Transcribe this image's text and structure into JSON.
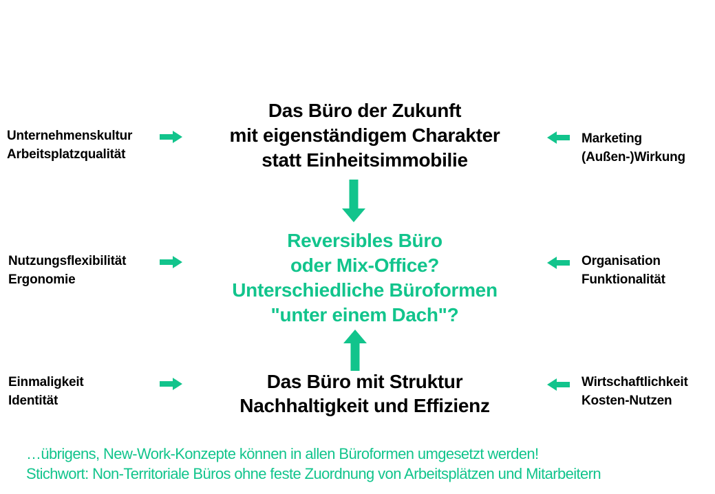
{
  "colors": {
    "accent_green": "#12c48c",
    "text_black": "#000000",
    "background": "#ffffff"
  },
  "diagram": {
    "top": {
      "title_lines": [
        "Das Büro der Zukunft",
        "mit eigenständigem Charakter",
        "statt Einheitsimmobilie"
      ],
      "left_label_lines": [
        "Unternehmenskultur",
        "Arbeitsplatzqualität"
      ],
      "right_label_lines": [
        "Marketing",
        "(Außen-)Wirkung"
      ]
    },
    "middle": {
      "title_lines": [
        "Reversibles Büro",
        "oder Mix-Office?",
        "Unterschiedliche Büroformen",
        "\"unter einem Dach\"?"
      ],
      "left_label_lines": [
        "Nutzungsflexibilität",
        "Ergonomie"
      ],
      "right_label_lines": [
        "Organisation",
        "Funktionalität"
      ]
    },
    "bottom": {
      "title_lines": [
        "Das Büro mit Struktur",
        "Nachhaltigkeit und Effizienz"
      ],
      "left_label_lines": [
        "Einmaligkeit",
        "Identität"
      ],
      "right_label_lines": [
        "Wirtschaftlichkeit",
        "Kosten-Nutzen"
      ]
    },
    "footer_lines": [
      "…übrigens, New-Work-Konzepte können in allen Büroformen umgesetzt werden!",
      "Stichwort: Non-Territoriale Büros ohne feste Zuordnung von Arbeitsplätzen und Mitarbeitern"
    ]
  }
}
